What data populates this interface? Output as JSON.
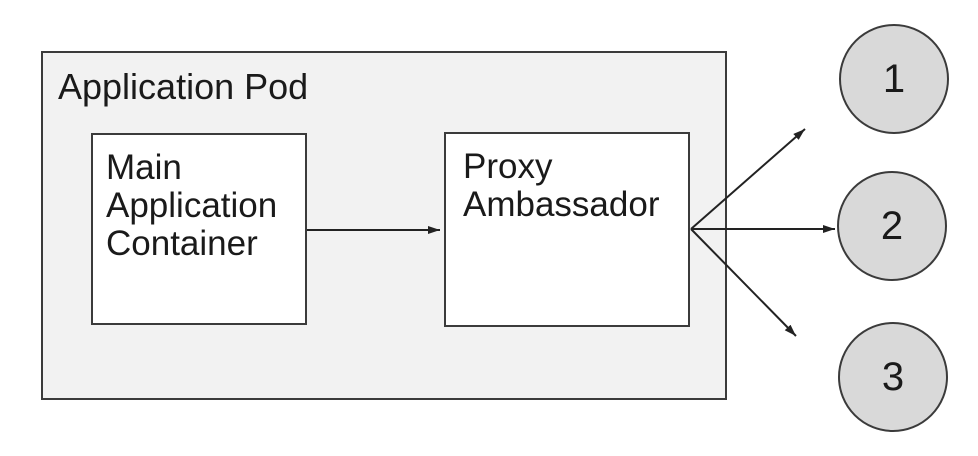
{
  "diagram": {
    "pod": {
      "title": "Application Pod"
    },
    "nodes": [
      {
        "id": "main-application-container",
        "label": "Main Application Container"
      },
      {
        "id": "proxy-ambassador",
        "label": "Proxy Ambassador"
      }
    ],
    "endpoints": [
      {
        "label": "1"
      },
      {
        "label": "2"
      },
      {
        "label": "3"
      }
    ],
    "colors": {
      "pod_fill": "#f2f2f2",
      "node_fill": "#ffffff",
      "endpoint_fill": "#d9d9d9",
      "stroke": "#3b3b3b",
      "arrow": "#222222",
      "text": "#1a1a1a",
      "canvas_bg": "#ffffff"
    }
  }
}
